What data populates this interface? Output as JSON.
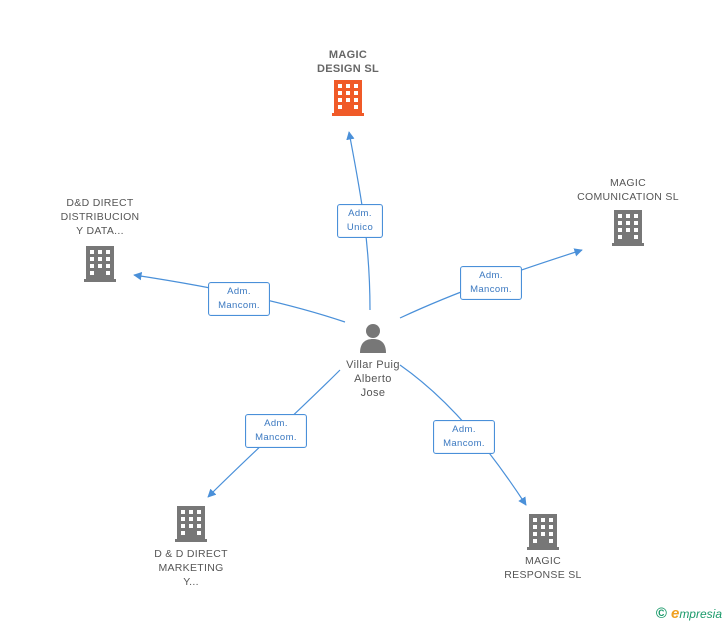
{
  "center": {
    "name_lines": [
      "Villar Puig",
      "Alberto",
      "Jose"
    ],
    "icon": "person-icon"
  },
  "companies": [
    {
      "id": "magic-design",
      "lines": [
        "MAGIC",
        "DESIGN SL"
      ],
      "icon": "building-icon",
      "color": "#f05a28",
      "highlight": true
    },
    {
      "id": "dd-direct-distribucion",
      "lines": [
        "D&D DIRECT",
        "DISTRIBUCION",
        "Y DATA..."
      ],
      "icon": "building-icon",
      "color": "#777777"
    },
    {
      "id": "magic-comunication",
      "lines": [
        "MAGIC",
        "COMUNICATION SL"
      ],
      "icon": "building-icon",
      "color": "#777777"
    },
    {
      "id": "dd-direct-marketing",
      "lines": [
        "D & D DIRECT",
        "MARKETING",
        "Y..."
      ],
      "icon": "building-icon",
      "color": "#777777"
    },
    {
      "id": "magic-response",
      "lines": [
        "MAGIC",
        "RESPONSE SL"
      ],
      "icon": "building-icon",
      "color": "#777777"
    }
  ],
  "relations": [
    {
      "to": "magic-design",
      "lines": [
        "Adm.",
        "Unico"
      ]
    },
    {
      "to": "dd-direct-distribucion",
      "lines": [
        "Adm.",
        "Mancom."
      ]
    },
    {
      "to": "magic-comunication",
      "lines": [
        "Adm.",
        "Mancom."
      ]
    },
    {
      "to": "dd-direct-marketing",
      "lines": [
        "Adm.",
        "Mancom."
      ]
    },
    {
      "to": "magic-response",
      "lines": [
        "Adm.",
        "Mancom."
      ]
    }
  ],
  "colors": {
    "edge": "#4a90d9",
    "accent": "#f05a28",
    "icon": "#777777",
    "brand": "#1a9a6a"
  },
  "footer": {
    "copyright": "©",
    "brand_initial": "e",
    "brand_rest": "mpresia"
  }
}
